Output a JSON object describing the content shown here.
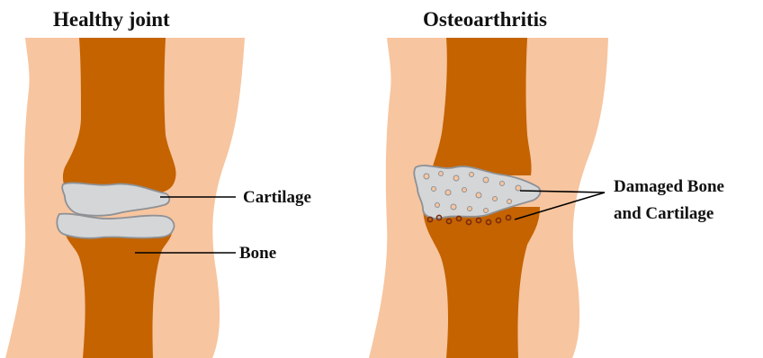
{
  "panels": {
    "healthy": {
      "title": "Healthy joint",
      "labels": {
        "cartilage": "Cartilage",
        "bone": "Bone"
      }
    },
    "osteoarthritis": {
      "title": "Osteoarthritis",
      "labels": {
        "damaged_line1": "Damaged Bone",
        "damaged_line2": "and Cartilage"
      }
    }
  },
  "colors": {
    "skin": "#F7C59F",
    "bone": "#C46300",
    "cartilage": "#D4D6D8",
    "cartilage_edge": "#8E9196",
    "background": "#FFFFFF",
    "text": "#111111"
  }
}
